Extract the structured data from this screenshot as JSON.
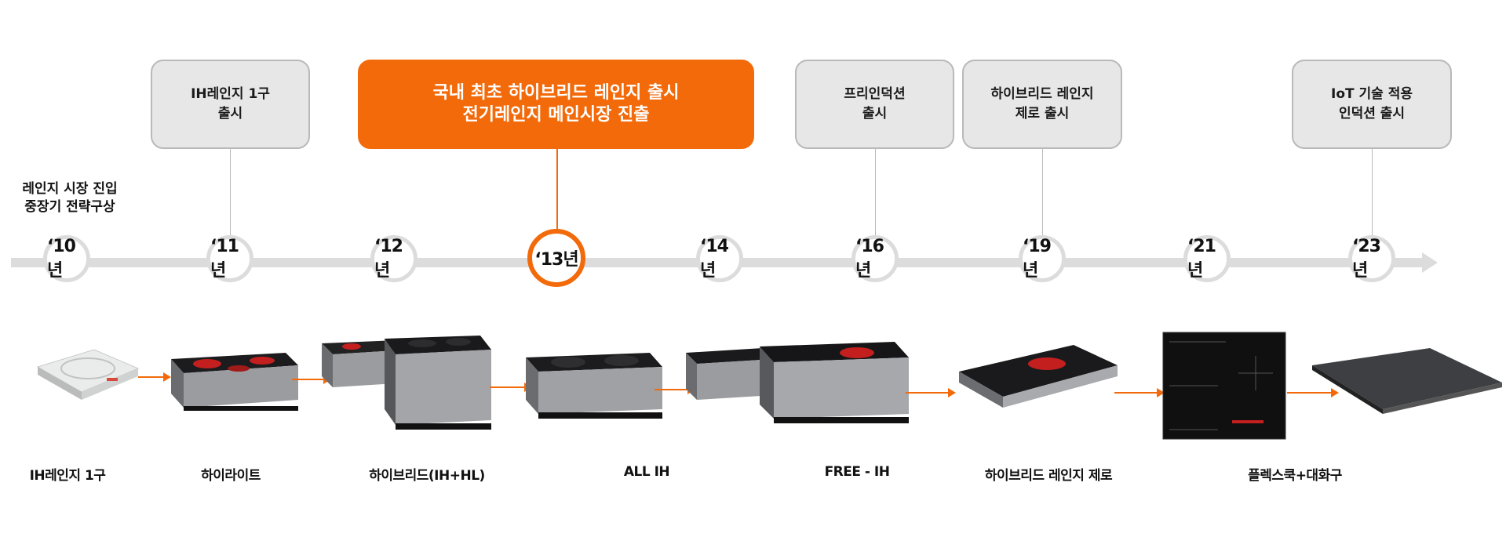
{
  "entry_note": "레인지 시장 진입\n중장기 전략구상",
  "milestones": [
    {
      "text": "IH레인지 1구\n출시"
    },
    {
      "text": "국내 최초 하이브리드 레인지 출시\n전기레인지 메인시장 진출"
    },
    {
      "text": "프리인덕션\n출시"
    },
    {
      "text": "하이브리드 레인지\n제로 출시"
    },
    {
      "text": "IoT 기술 적용\n인덕션 출시"
    }
  ],
  "years": [
    "‘10년",
    "‘11년",
    "‘12년",
    "‘13년",
    "‘14년",
    "‘16년",
    "‘19년",
    "‘21년",
    "‘23년"
  ],
  "highlight_year": "‘13년",
  "products": [
    {
      "label": "IH레인지 1구",
      "icon": "single-ih-cooktop-icon"
    },
    {
      "label": "하이라이트",
      "icon": "highlight-cooktop-icon"
    },
    {
      "label": "하이브리드(IH+HL)",
      "icon": "hybrid-cooktop-icon"
    },
    {
      "label": "ALL IH",
      "icon": "all-ih-cooktop-icon"
    },
    {
      "label": "FREE - IH",
      "icon": "free-ih-cooktop-icon"
    },
    {
      "label": "하이브리드 레인지 제로",
      "icon": "hybrid-zero-cooktop-icon"
    },
    {
      "label": "플렉스쿡+대화구",
      "icon": "flexcook-cooktop-icon"
    }
  ],
  "colors": {
    "accent": "#f26a0a",
    "box_fill": "#e8e7e8",
    "line": "#dcdcdc"
  }
}
